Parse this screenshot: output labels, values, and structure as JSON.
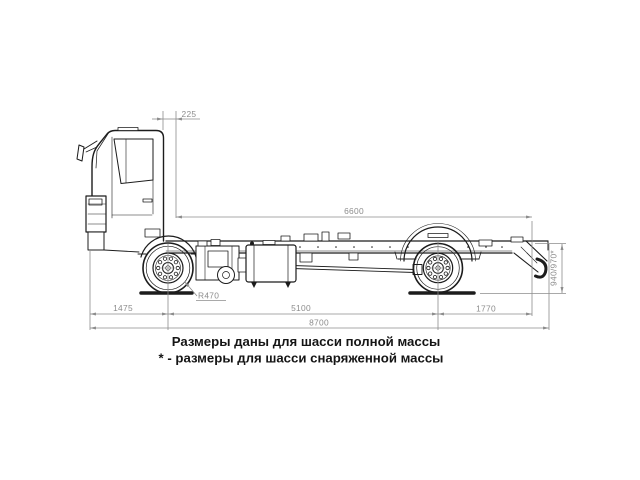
{
  "drawing": {
    "colors": {
      "outline": "#1c1c1c",
      "dimension": "#8c8c8c",
      "note": "#151515",
      "background": "#ffffff"
    },
    "dimensions": {
      "cab_gap": "225",
      "frame_usable_length": "6600",
      "tire_radius": "R470",
      "front_overhang": "1475",
      "wheelbase": "5100",
      "rear_overhang": "1770",
      "overall_length": "8700",
      "frame_height": "940/970*"
    },
    "notes": {
      "line1": "Размеры даны для шасси полной массы",
      "line2": "* - размеры для шасси снаряженной массы"
    }
  }
}
